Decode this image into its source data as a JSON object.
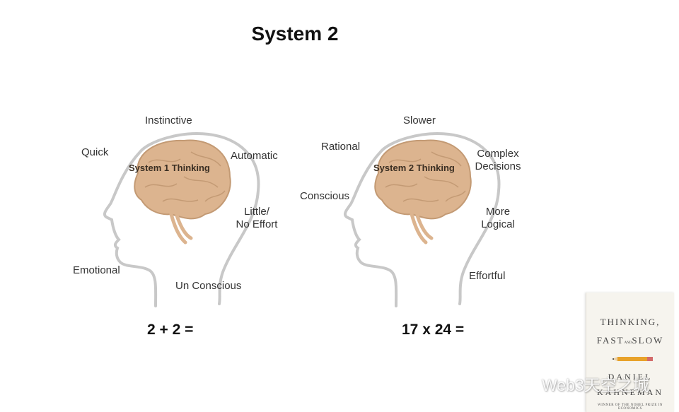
{
  "title": "System 2",
  "left_head": {
    "brain_label": "System 1 Thinking",
    "labels": {
      "top": "Instinctive",
      "left": "Quick",
      "right": "Automatic",
      "right_lower_1": "Little/",
      "right_lower_2": "No Effort",
      "bottom_left": "Emotional",
      "bottom": "Un Conscious"
    },
    "equation": "2 + 2 ="
  },
  "right_head": {
    "brain_label": "System 2 Thinking",
    "labels": {
      "top": "Slower",
      "left_upper": "Rational",
      "right_1": "Complex",
      "right_2": "Decisions",
      "left": "Conscious",
      "right_lower_1": "More",
      "right_lower_2": "Logical",
      "bottom": "Effortful"
    },
    "equation": "17 x 24 ="
  },
  "book": {
    "line1": "THINKING,",
    "line2_a": "FAST",
    "line2_b": "AND",
    "line2_c": "SLOW",
    "author_1": "DANIEL",
    "author_2": "KAHNEMAN",
    "tagline": "WINNER OF THE NOBEL PRIZE IN ECONOMICS"
  },
  "watermark": "Web3天空之城",
  "colors": {
    "brain_fill": "#dcb48f",
    "brain_line": "#c39a74",
    "head_outline": "#c8c8c8"
  }
}
